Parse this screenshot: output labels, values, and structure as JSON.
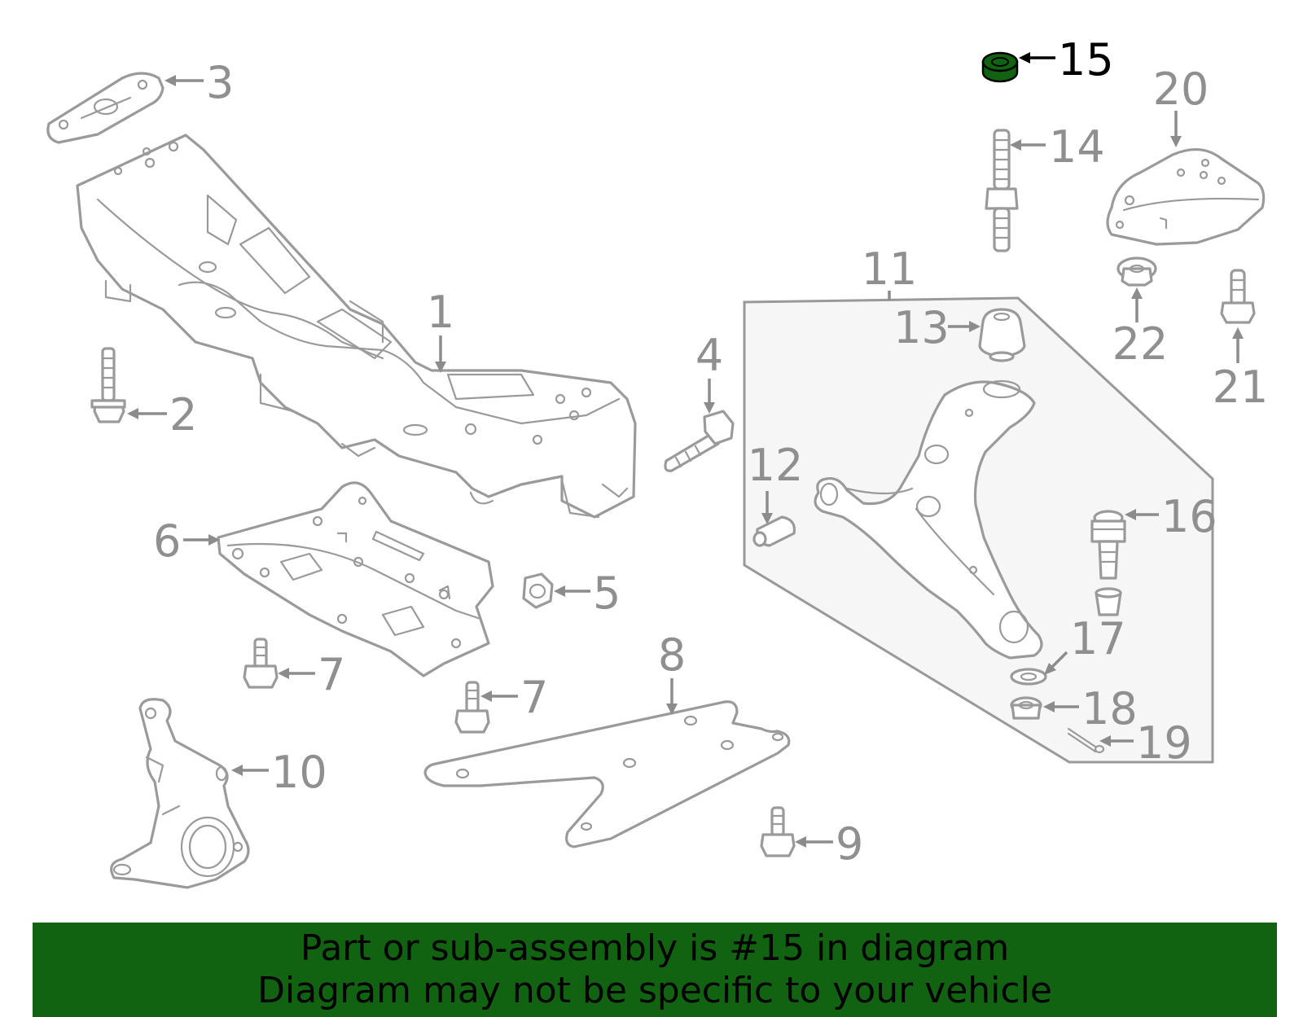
{
  "colors": {
    "highlight": "#116211",
    "banner_background": "#116211",
    "line_art": "#9a9a9a",
    "assembly_box_fill": "#f6f6f6"
  },
  "callouts": {
    "c1": "1",
    "c2": "2",
    "c3": "3",
    "c4": "4",
    "c5": "5",
    "c6": "6",
    "c7a": "7",
    "c7b": "7",
    "c8": "8",
    "c9": "9",
    "c10": "10",
    "c11": "11",
    "c12": "12",
    "c13": "13",
    "c14": "14",
    "c15": "15",
    "c16": "16",
    "c17": "17",
    "c18": "18",
    "c19": "19",
    "c20": "20",
    "c21": "21",
    "c22": "22"
  },
  "highlighted_part": "15",
  "banner": {
    "line1": "Part or sub-assembly is #15 in diagram",
    "line2": "Diagram may not be specific to your vehicle"
  }
}
